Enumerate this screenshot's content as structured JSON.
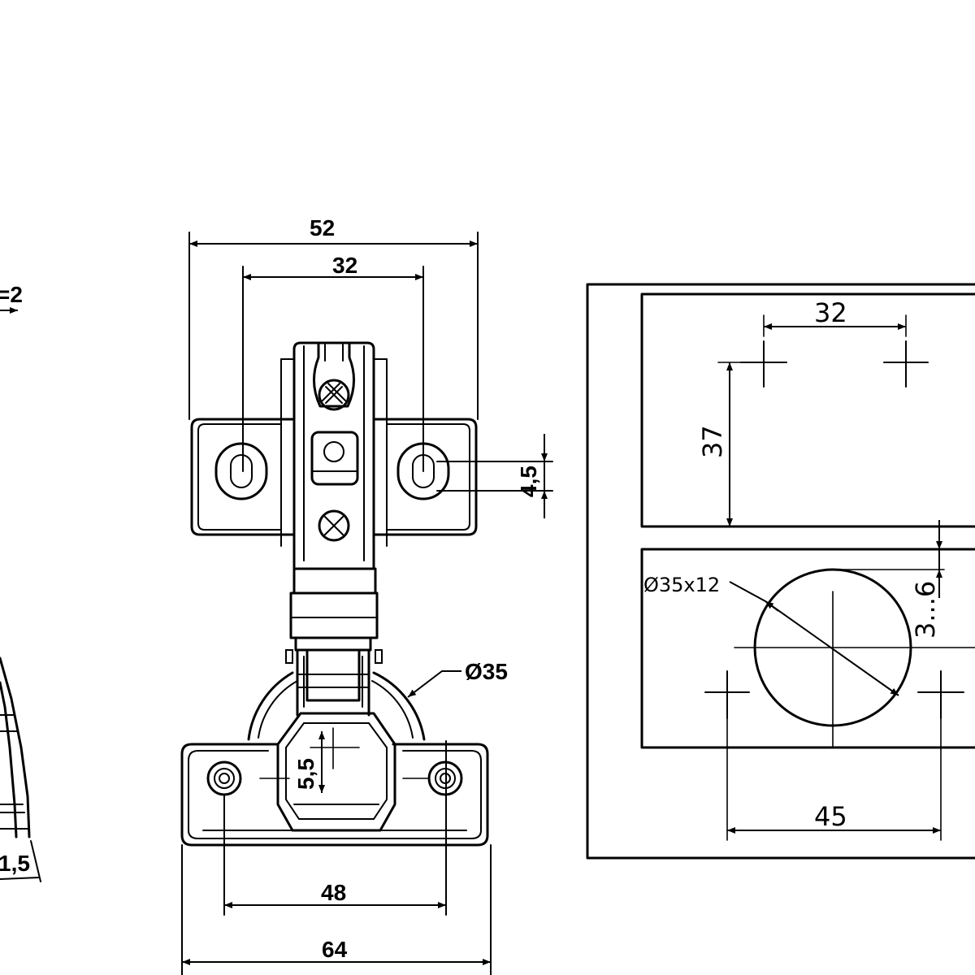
{
  "left_view": {
    "label_top": "=2",
    "label_bottom": "1,5"
  },
  "hinge_view": {
    "dim_overall_width": "52",
    "dim_screw_spacing": "32",
    "dim_slot_height": "4,5",
    "dim_cup_diameter": "Ø35",
    "dim_offset": "5,5",
    "dim_base_holes": "48",
    "dim_base_width": "64"
  },
  "drilling_template": {
    "dim_top_spacing": "32",
    "dim_vertical": "37",
    "dim_cup_bore": "Ø35x12",
    "dim_edge_distance": "3...6",
    "dim_bottom_spacing": "45"
  }
}
